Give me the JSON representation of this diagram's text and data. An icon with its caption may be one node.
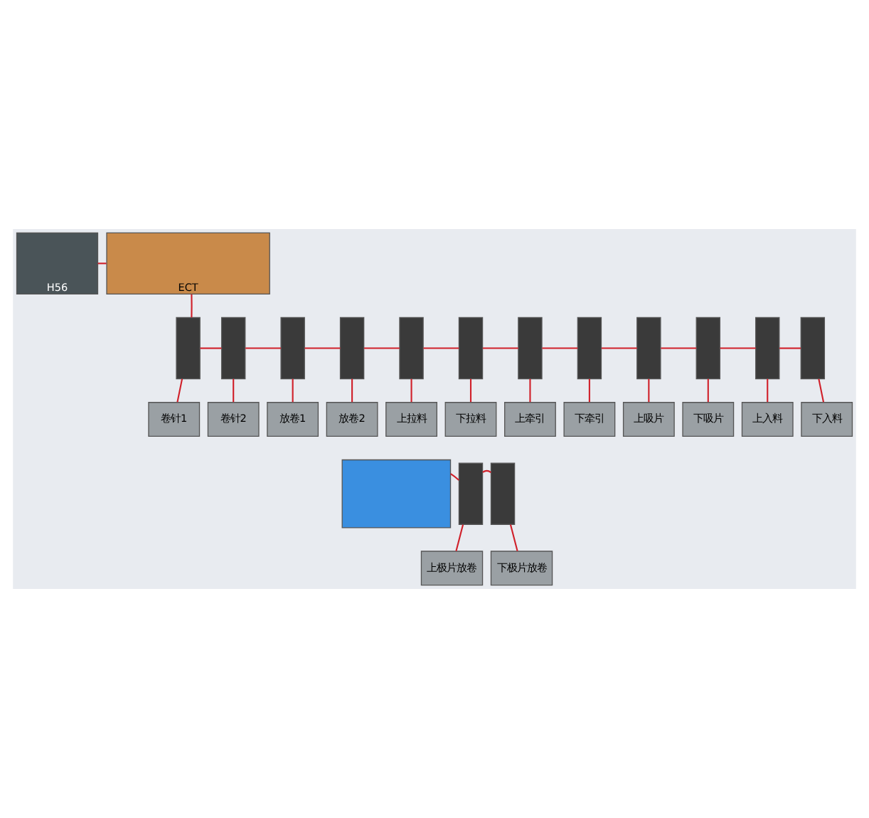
{
  "diagram": {
    "nodes": [
      {
        "text": [
          "H56"
        ]
      },
      {
        "text": [
          "ECT"
        ]
      },
      {
        "text": [],
        "shape": "box"
      },
      {
        "text": [],
        "shape": "box"
      },
      {
        "text": [],
        "shape": "box"
      },
      {
        "text": [],
        "shape": "box"
      },
      {
        "text": [],
        "shape": "box"
      },
      {
        "text": [],
        "shape": "box"
      },
      {
        "text": [],
        "shape": "box"
      },
      {
        "text": [],
        "shape": "box"
      },
      {
        "text": [],
        "shape": "box"
      },
      {
        "text": [],
        "shape": "box"
      },
      {
        "text": [],
        "shape": "box"
      },
      {
        "text": [],
        "shape": "box"
      },
      {
        "text": [
          "卷针1"
        ]
      },
      {
        "text": [
          "卷针2"
        ]
      },
      {
        "text": [
          "放卷1"
        ]
      },
      {
        "text": [
          "放卷2"
        ]
      },
      {
        "text": [
          "上拉料"
        ]
      },
      {
        "text": [
          "下拉料"
        ]
      },
      {
        "text": [
          "上牵引"
        ]
      },
      {
        "text": [
          "下牵引"
        ]
      },
      {
        "text": [
          "上吸片"
        ]
      },
      {
        "text": [
          "下吸片"
        ]
      },
      {
        "text": [
          "上入料"
        ]
      },
      {
        "text": [
          "下入料"
        ]
      },
      {
        "text": [],
        "shape": "box"
      },
      {
        "text": [],
        "shape": "box"
      },
      {
        "text": [],
        "shape": "box"
      },
      {
        "text": [
          "上极片放卷"
        ]
      },
      {
        "text": [
          "下极片放卷"
        ]
      }
    ],
    "edges": [
      {
        "from": 0,
        "to": 1,
        "arrow": "none"
      },
      {
        "from": 1,
        "to": 2,
        "arrow": "none"
      },
      {
        "from": 2,
        "to": 3,
        "arrow": "none"
      },
      {
        "from": 3,
        "to": 4,
        "arrow": "none"
      },
      {
        "from": 4,
        "to": 5,
        "arrow": "none"
      },
      {
        "from": 5,
        "to": 6,
        "arrow": "none"
      },
      {
        "from": 6,
        "to": 7,
        "arrow": "none"
      },
      {
        "from": 7,
        "to": 8,
        "arrow": "none"
      },
      {
        "from": 8,
        "to": 9,
        "arrow": "none"
      },
      {
        "from": 9,
        "to": 10,
        "arrow": "none"
      },
      {
        "from": 10,
        "to": 11,
        "arrow": "none"
      },
      {
        "from": 11,
        "to": 12,
        "arrow": "none"
      },
      {
        "from": 12,
        "to": 13,
        "arrow": "none"
      },
      {
        "from": 2,
        "to": 14,
        "arrow": "none"
      },
      {
        "from": 3,
        "to": 15,
        "arrow": "none"
      },
      {
        "from": 4,
        "to": 16,
        "arrow": "none"
      },
      {
        "from": 5,
        "to": 17,
        "arrow": "none"
      },
      {
        "from": 6,
        "to": 18,
        "arrow": "none"
      },
      {
        "from": 7,
        "to": 19,
        "arrow": "none"
      },
      {
        "from": 8,
        "to": 20,
        "arrow": "none"
      },
      {
        "from": 9,
        "to": 21,
        "arrow": "none"
      },
      {
        "from": 10,
        "to": 22,
        "arrow": "none"
      },
      {
        "from": 11,
        "to": 23,
        "arrow": "none"
      },
      {
        "from": 12,
        "to": 24,
        "arrow": "none"
      },
      {
        "from": 13,
        "to": 25,
        "arrow": "none"
      },
      {
        "from": 26,
        "to": 27,
        "arrow": "none"
      },
      {
        "from": 27,
        "to": 28,
        "arrow": "none"
      },
      {
        "from": 27,
        "to": 29,
        "arrow": "none"
      },
      {
        "from": 28,
        "to": 30,
        "arrow": "none"
      }
    ]
  }
}
